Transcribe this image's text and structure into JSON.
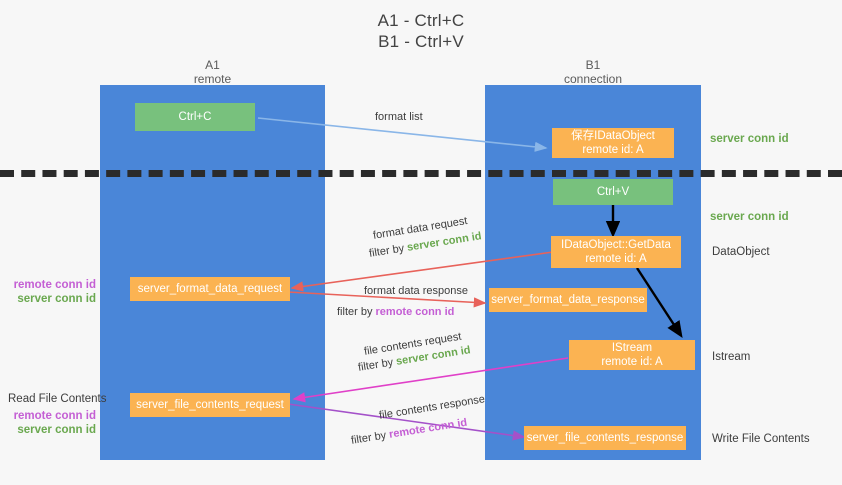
{
  "title": {
    "line1": "A1 - Ctrl+C",
    "line2": "B1 - Ctrl+V"
  },
  "lanes": [
    {
      "name": "A1",
      "sub": "remote"
    },
    {
      "name": "B1",
      "sub": "connection"
    }
  ],
  "boxes": {
    "ctrl_c": {
      "line1": "Ctrl+C"
    },
    "store_idataobject": {
      "line1": "保存IDataObject",
      "line2": "remote id: A"
    },
    "ctrl_v": {
      "line1": "Ctrl+V"
    },
    "getdata": {
      "line1": "IDataObject::GetData",
      "line2": "remote id: A"
    },
    "format_data_request": {
      "line1": "server_format_data_request"
    },
    "format_data_response": {
      "line1": "server_format_data_response"
    },
    "istream": {
      "line1": "IStream",
      "line2": "remote id: A"
    },
    "file_contents_request": {
      "line1": "server_file_contents_request"
    },
    "file_contents_response": {
      "line1": "server_file_contents_response"
    }
  },
  "right_labels": {
    "server_conn_id_1": "server conn id",
    "server_conn_id_2": "server conn id",
    "dataobject": "DataObject",
    "istream": "Istream",
    "write_file_contents": "Write File Contents"
  },
  "left_labels": {
    "remote_conn_id_1": "remote conn id",
    "server_conn_id_1": "server conn id",
    "read_file_contents": "Read File Contents",
    "remote_conn_id_2": "remote conn id",
    "server_conn_id_2": "server conn id"
  },
  "annotations": {
    "format_list": "format list",
    "format_data_request": "format data request",
    "filter_by_1_prefix": "filter by ",
    "filter_by_1_value": "server conn id",
    "format_data_response": "format data response",
    "filter_by_2_prefix": "filter by ",
    "filter_by_2_value": "remote conn id",
    "file_contents_request": "file contents request",
    "filter_by_3_prefix": "filter by ",
    "filter_by_3_value": "server conn id",
    "file_contents_response": "file contents response",
    "filter_by_4_prefix": "filter by ",
    "filter_by_4_value": "remote conn id"
  },
  "colors": {
    "lane": "#4a86d8",
    "green_box": "#78c17d",
    "orange_box": "#fbb352",
    "green_text": "#6aa84f",
    "purple_text": "#c45fd4",
    "arrow_blue": "#8ab6e8",
    "arrow_red": "#e8625a",
    "arrow_magenta": "#e040c8",
    "arrow_purple": "#a451c9",
    "arrow_black": "#000000",
    "divider": "#2b2b2b",
    "background": "#f7f7f7"
  }
}
